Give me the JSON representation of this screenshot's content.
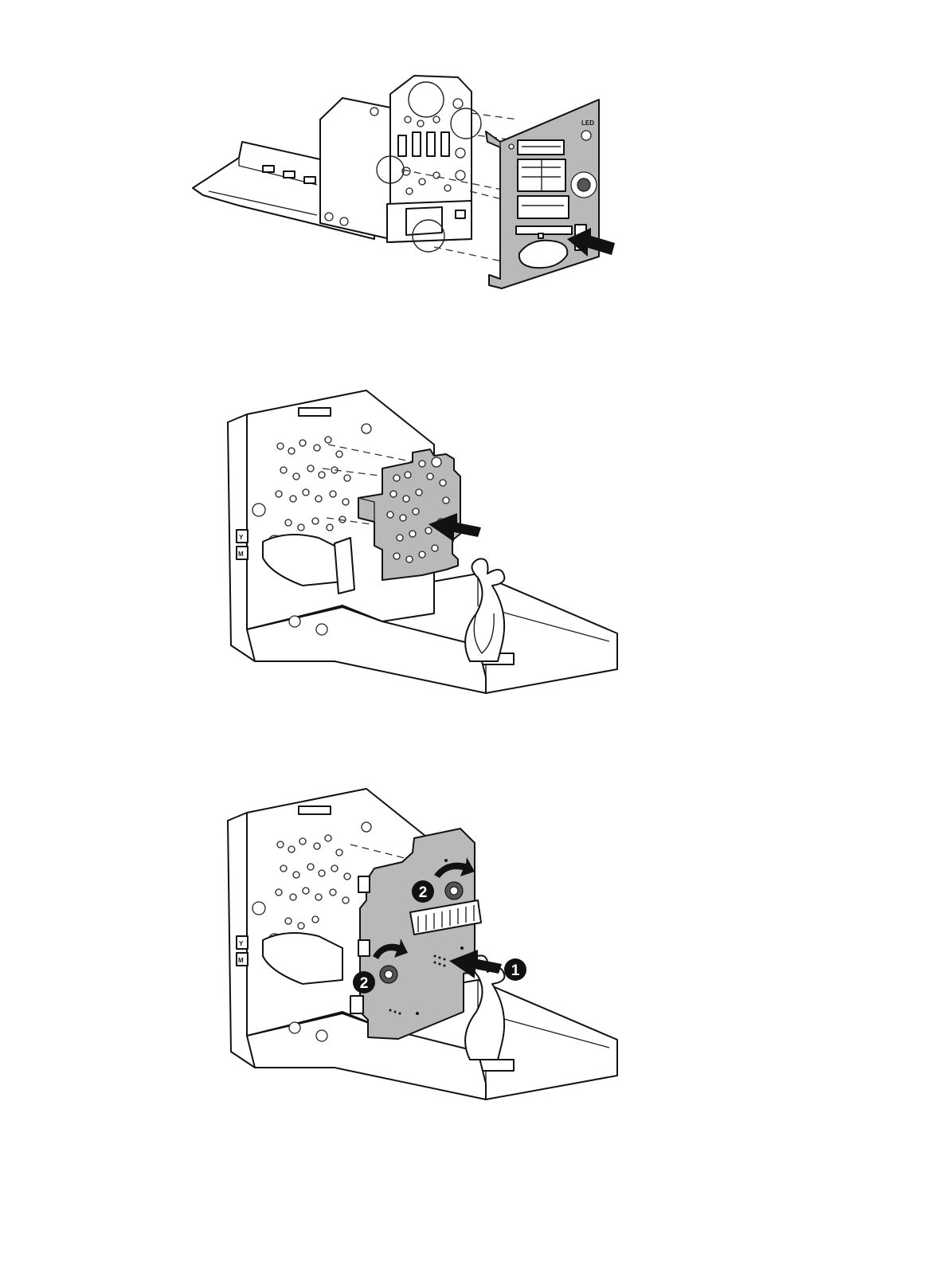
{
  "figure1": {
    "panel_labels": [
      "LED"
    ]
  },
  "figure2": {
    "side_labels": [
      "Y",
      "M"
    ]
  },
  "figure3": {
    "side_labels": [
      "Y",
      "M"
    ],
    "callouts": [
      "1",
      "2",
      "2"
    ]
  },
  "colors": {
    "line": "#111111",
    "panel_fill": "#b9b9b9",
    "background": "#ffffff"
  }
}
